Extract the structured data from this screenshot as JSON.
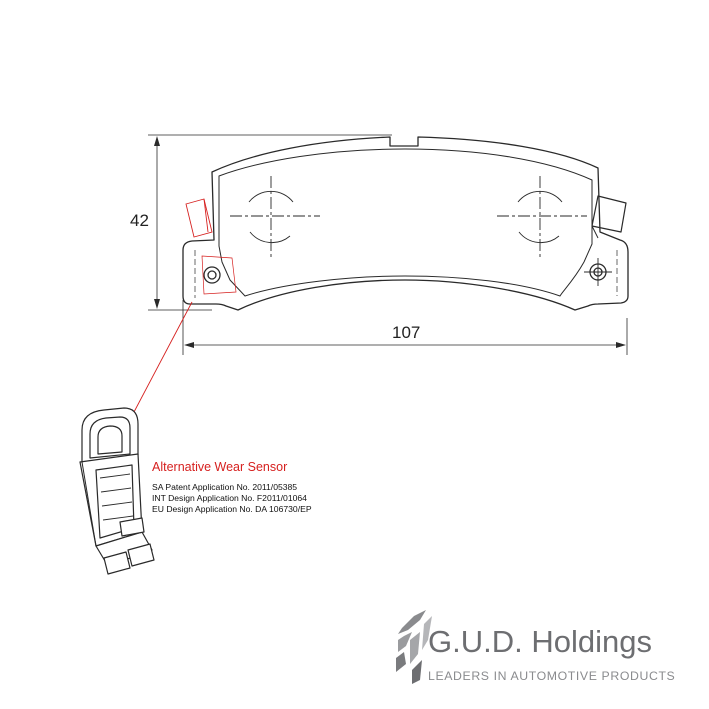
{
  "dimensions": {
    "height": "42",
    "width": "107"
  },
  "sensor": {
    "title": "Alternative Wear Sensor",
    "patents": [
      "SA Patent Application No. 2011/05385",
      "INT Design Application No. F2011/01064",
      "EU Design Application No. DA 106730/EP"
    ]
  },
  "brand": {
    "name": "G.U.D. Holdings",
    "tagline": "LEADERS IN AUTOMOTIVE PRODUCTS"
  },
  "colors": {
    "line": "#2a2a2a",
    "accent_red": "#d6201f",
    "brand_gray": "#6d6e71"
  },
  "icons": [
    "gud-logo-icon"
  ]
}
